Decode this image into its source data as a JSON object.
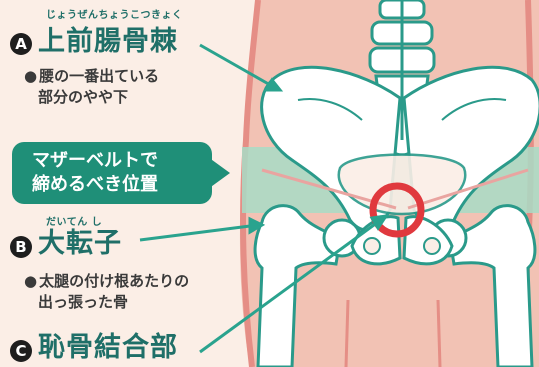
{
  "labels": {
    "a": {
      "marker": "A",
      "ruby": "じょうぜんちょうこつきょく",
      "term": "上前腸骨棘",
      "note_lines": [
        "腰の一番出ている",
        "部分のやや下"
      ]
    },
    "b": {
      "marker": "B",
      "ruby": "だいてん し",
      "term": "大転子",
      "note_lines": [
        "太腿の付け根あたりの",
        "出っ張った骨"
      ]
    },
    "c": {
      "marker": "C",
      "term": "恥骨結合部"
    }
  },
  "callout": {
    "lines": [
      "マザーベルトで",
      "締めるべき位置"
    ]
  },
  "colors": {
    "background": "#fbeee6",
    "body": "#f2c2b4",
    "body_edge": "#e58e86",
    "bone": "#ffffff",
    "bone_outline": "#2a9a8a",
    "belt_band": "#a8dcc6",
    "callout": "#1f8f78",
    "label_text": "#1f6f68",
    "circle": "#e0393e"
  },
  "icons": {
    "pelvis": "pelvis-skeleton-illustration",
    "marker_circle": "circle-letter-badge",
    "arrow": "pointer-arrow"
  }
}
